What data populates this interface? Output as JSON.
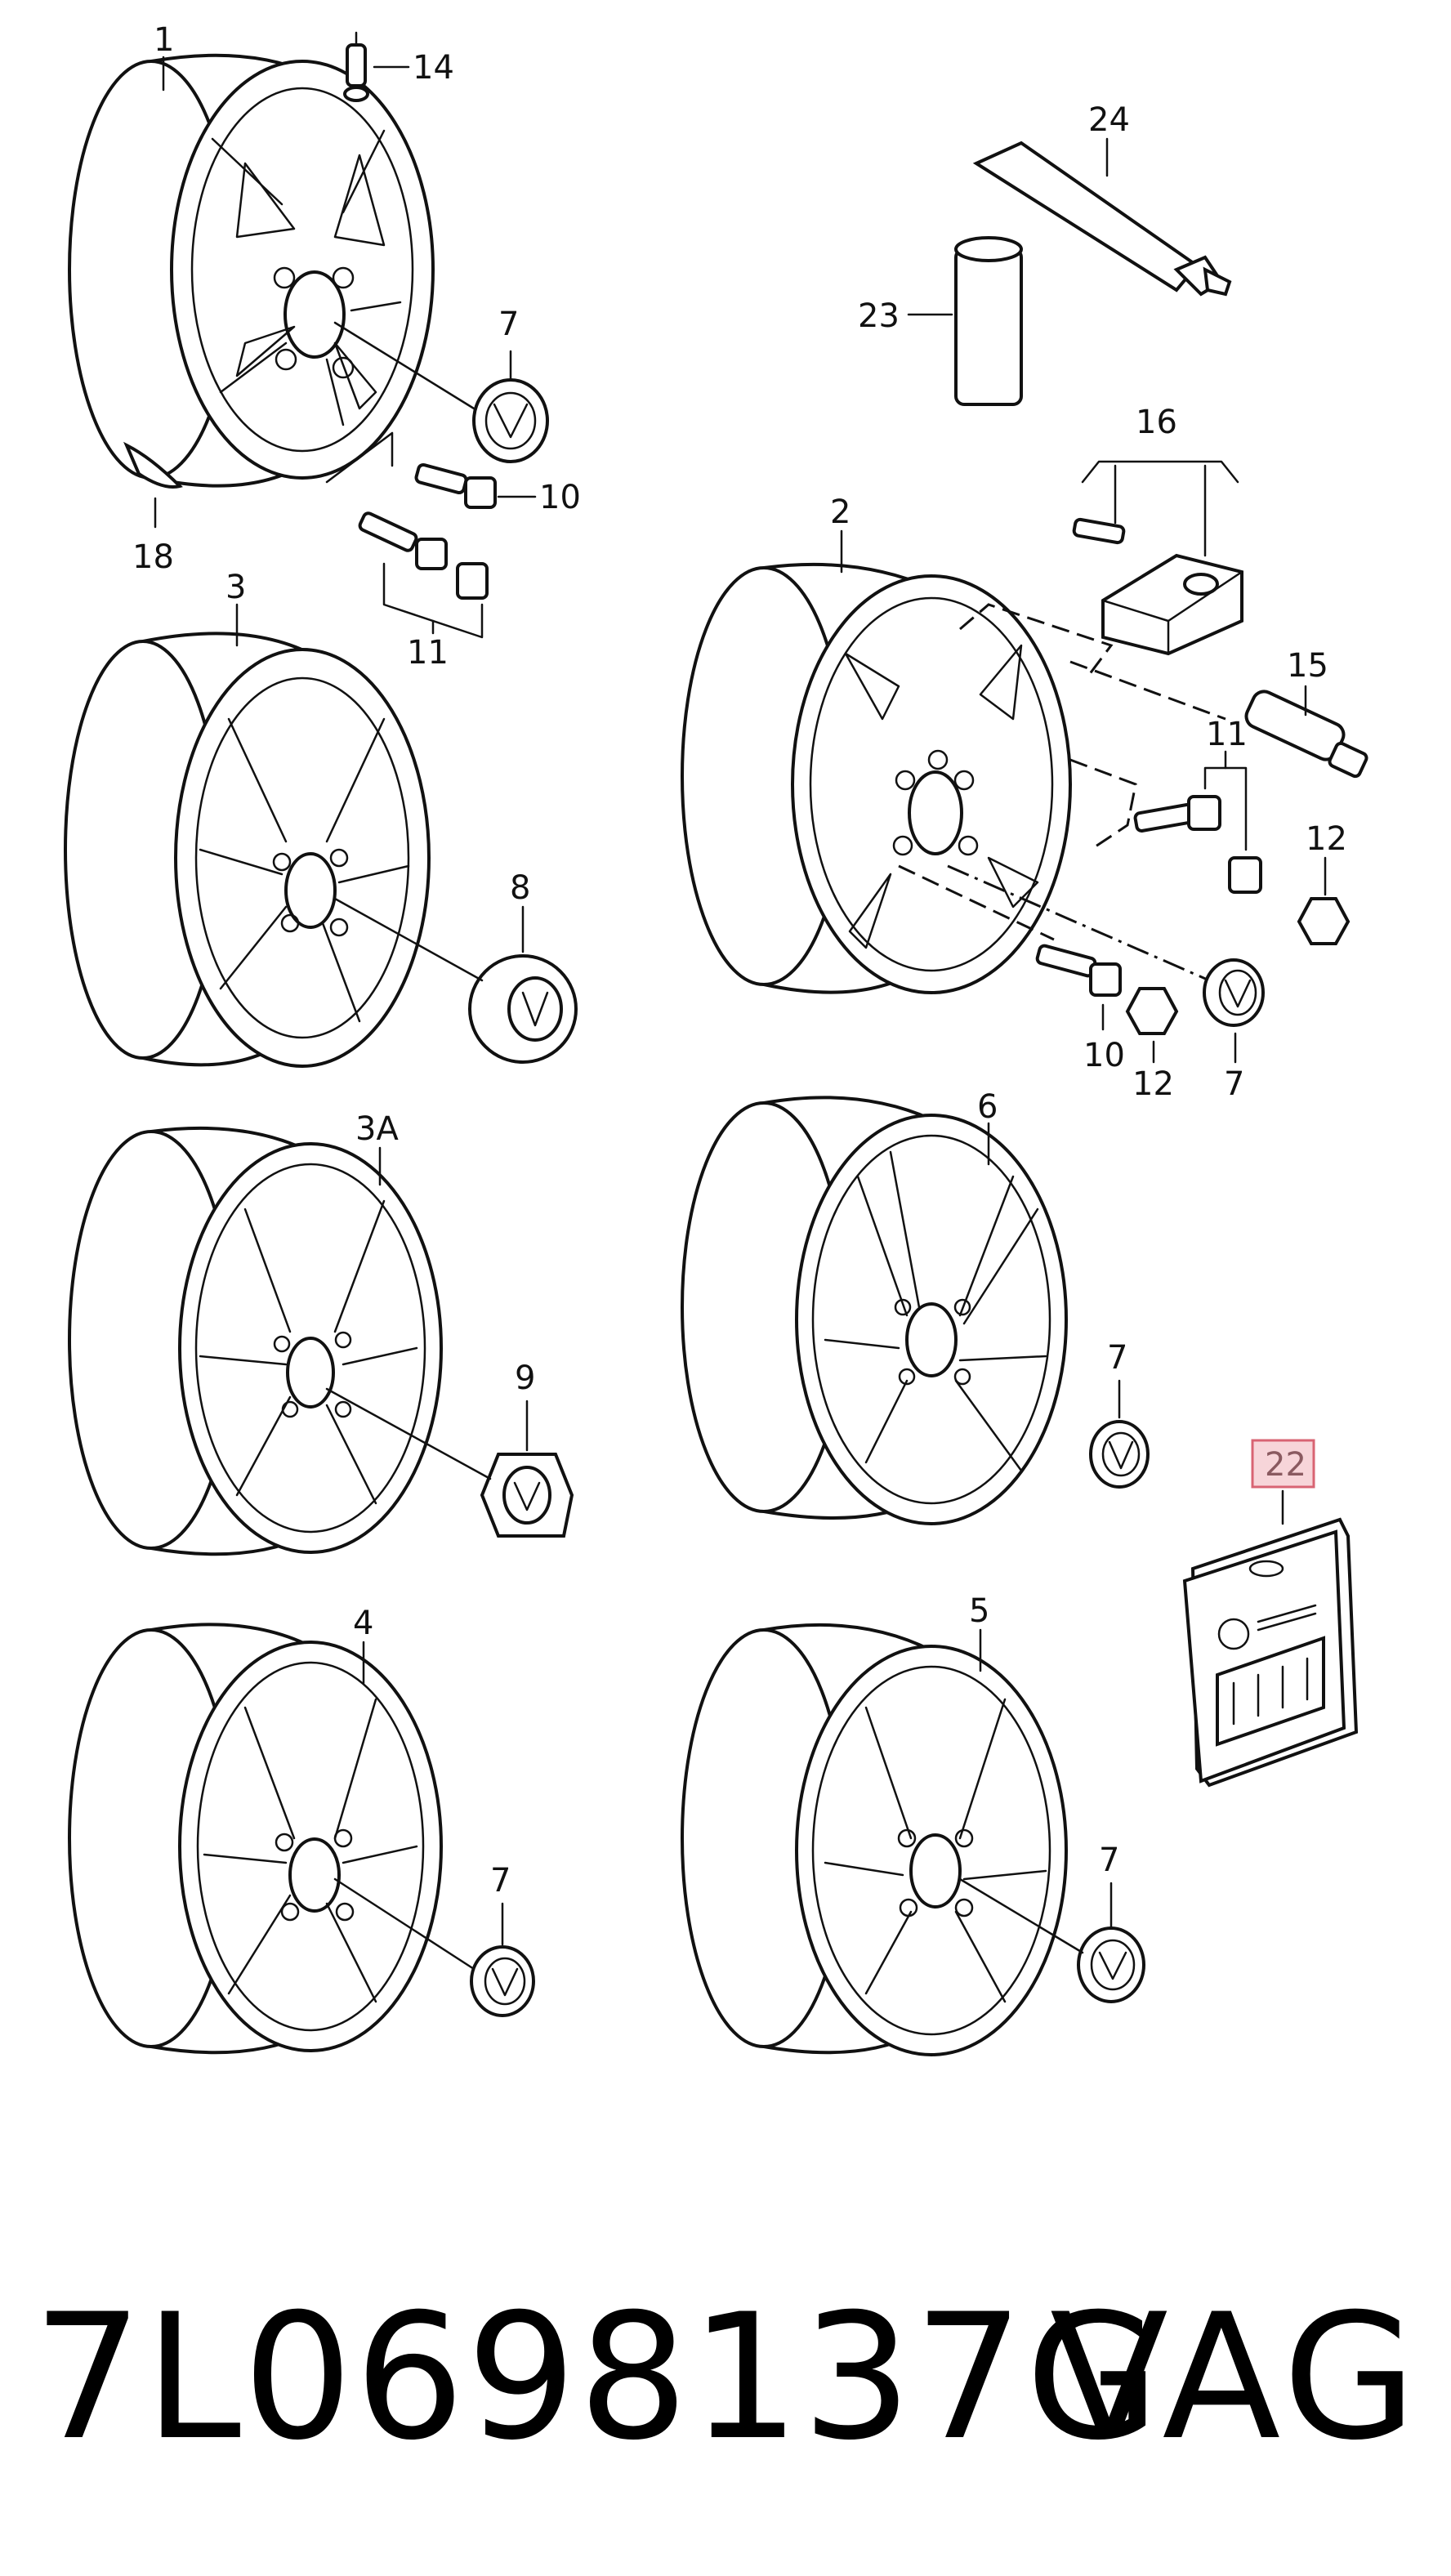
{
  "diagram": {
    "callouts": {
      "c1": "1",
      "c2": "2",
      "c3": "3",
      "c3a": "3A",
      "c4": "4",
      "c5": "5",
      "c6": "6",
      "c7a": "7",
      "c7b": "7",
      "c7c": "7",
      "c7d": "7",
      "c7e": "7",
      "c8": "8",
      "c9": "9",
      "c10a": "10",
      "c10b": "10",
      "c11a": "11",
      "c11b": "11",
      "c12a": "12",
      "c12b": "12",
      "c14": "14",
      "c15": "15",
      "c16": "16",
      "c18": "18",
      "c22": "22",
      "c23": "23",
      "c24": "24"
    },
    "highlighted_callout": "22",
    "highlight_color": "#f7d5d9",
    "highlight_border": "#d86473"
  },
  "footer": {
    "part_number": "7L0698137G",
    "brand": "VAG"
  }
}
